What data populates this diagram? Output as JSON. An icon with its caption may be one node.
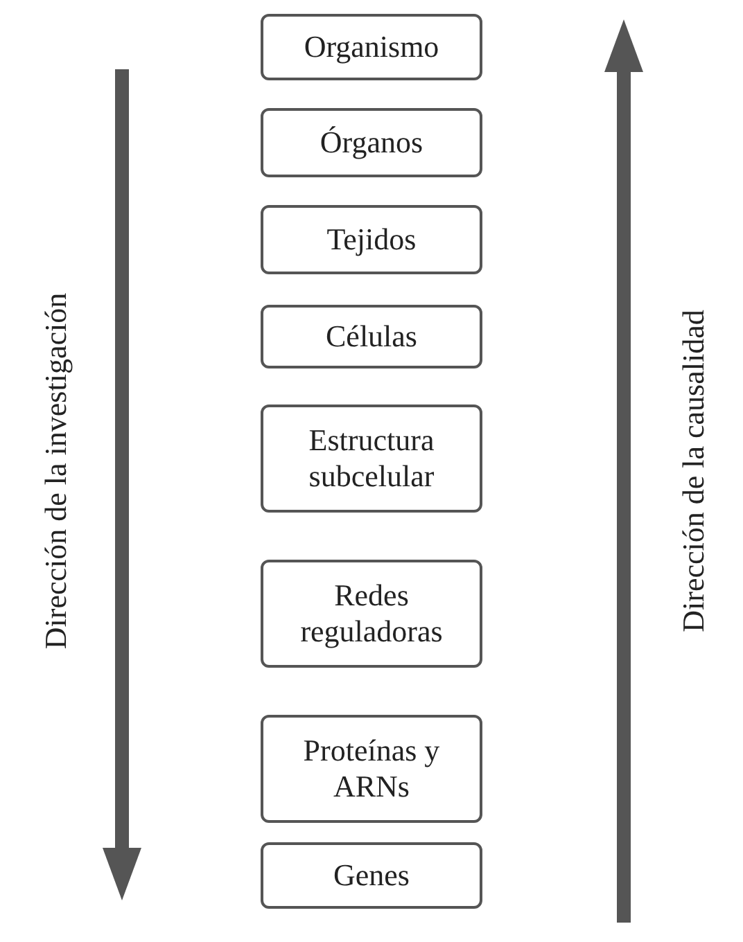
{
  "diagram": {
    "nodes": [
      {
        "text": [
          "Organismo"
        ]
      },
      {
        "text": [
          "Órganos"
        ]
      },
      {
        "text": [
          "Tejidos"
        ]
      },
      {
        "text": [
          "Células"
        ]
      },
      {
        "text": [
          "Estructura subcelular"
        ]
      },
      {
        "text": [
          "Redes reguladoras"
        ]
      },
      {
        "text": [
          "Proteínas y ARNs"
        ]
      },
      {
        "text": [
          "Genes"
        ]
      }
    ],
    "labels": [
      "Dirección de la investigación",
      "Dirección de la causalidad"
    ]
  }
}
